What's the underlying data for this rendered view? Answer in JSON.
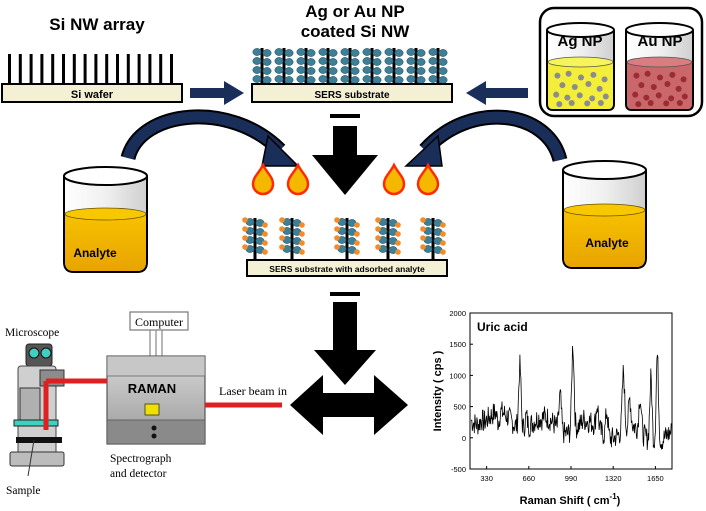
{
  "top": {
    "si_nw_array": "Si NW array",
    "si_wafer": "Si wafer",
    "coated_line1": "Ag or Au NP",
    "coated_line2": "coated Si NW",
    "sers_substrate": "SERS substrate",
    "ag_np": "Ag NP",
    "au_np": "Au NP"
  },
  "middle": {
    "analyte_left": "Analyte",
    "analyte_right": "Analyte",
    "sers_with_analyte": "SERS substrate with adsorbed analyte"
  },
  "setup": {
    "computer": "Computer",
    "microscope": "Microscope",
    "raman": "RAMAN",
    "laser": "Laser beam in",
    "spectro_line1": "Spectrograph",
    "spectro_line2": "and detector",
    "sample": "Sample"
  },
  "chart_data": {
    "type": "line",
    "title": "Uric acid",
    "xlabel": "Raman Shift ( cm",
    "xlabel_sup": "-1",
    "xlabel_close": ")",
    "ylabel": "Intensity ( cps )",
    "xlim": [
      200,
      1780
    ],
    "ylim": [
      -500,
      2000
    ],
    "xticks": [
      330,
      660,
      990,
      1320,
      1650
    ],
    "yticks": [
      -500,
      0,
      500,
      1000,
      1500,
      2000
    ],
    "peaks": [
      {
        "x": 290,
        "y": 300
      },
      {
        "x": 420,
        "y": 250
      },
      {
        "x": 590,
        "y": 1200
      },
      {
        "x": 640,
        "y": 350
      },
      {
        "x": 760,
        "y": 300
      },
      {
        "x": 905,
        "y": 700
      },
      {
        "x": 1005,
        "y": 1550
      },
      {
        "x": 1090,
        "y": 300
      },
      {
        "x": 1195,
        "y": 550
      },
      {
        "x": 1270,
        "y": 450
      },
      {
        "x": 1400,
        "y": 1100
      },
      {
        "x": 1450,
        "y": 650
      },
      {
        "x": 1530,
        "y": 700
      },
      {
        "x": 1615,
        "y": 1000
      },
      {
        "x": 1665,
        "y": 1400
      }
    ],
    "colors": {
      "line": "#000000"
    }
  },
  "colors": {
    "arrow_blue": "#1a2e5a",
    "np_teal": "#3c7f96",
    "analyte_orange": "#f28c28",
    "analyte_yellow": "#f5b800",
    "ag_fill": "#f3ee3a",
    "au_fill": "#c9676a",
    "laser_red": "#e02020"
  }
}
